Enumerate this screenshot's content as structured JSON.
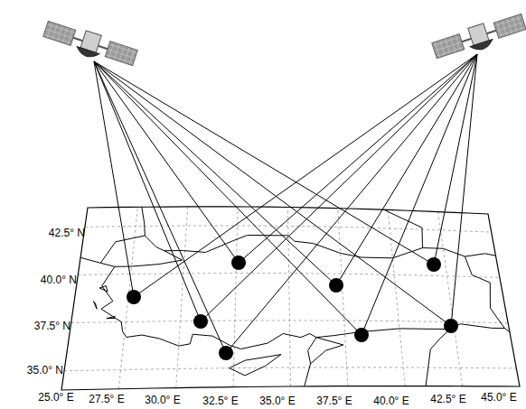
{
  "diagram": {
    "labels": [
      "42.5° N",
      "40.0° N",
      "37.5° N",
      "35.0° N",
      "25.0° E",
      "27.5° E",
      "30.0° E",
      "32.5° E",
      "35.0° E",
      "37.5° E",
      "40.0° E",
      "42.5° E",
      "45.0° E"
    ]
  }
}
